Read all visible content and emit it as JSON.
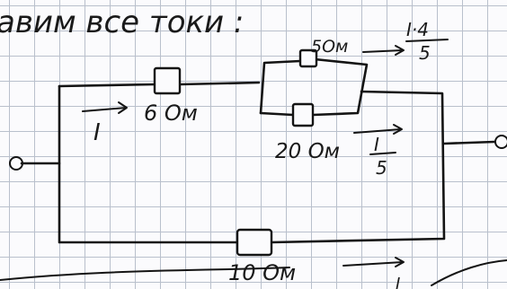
{
  "heading": "авим   все   токи :",
  "labels": {
    "r_top": "6 Ом",
    "r_upper_branch": "5Ом",
    "r_lower_branch": "20 Ом",
    "r_bottom": "10 Ом",
    "current_main": "I",
    "current_upper_num": "I·4",
    "current_upper_den": "5",
    "current_lower_num": "I",
    "current_lower_den": "5",
    "current_bottom": "I"
  }
}
